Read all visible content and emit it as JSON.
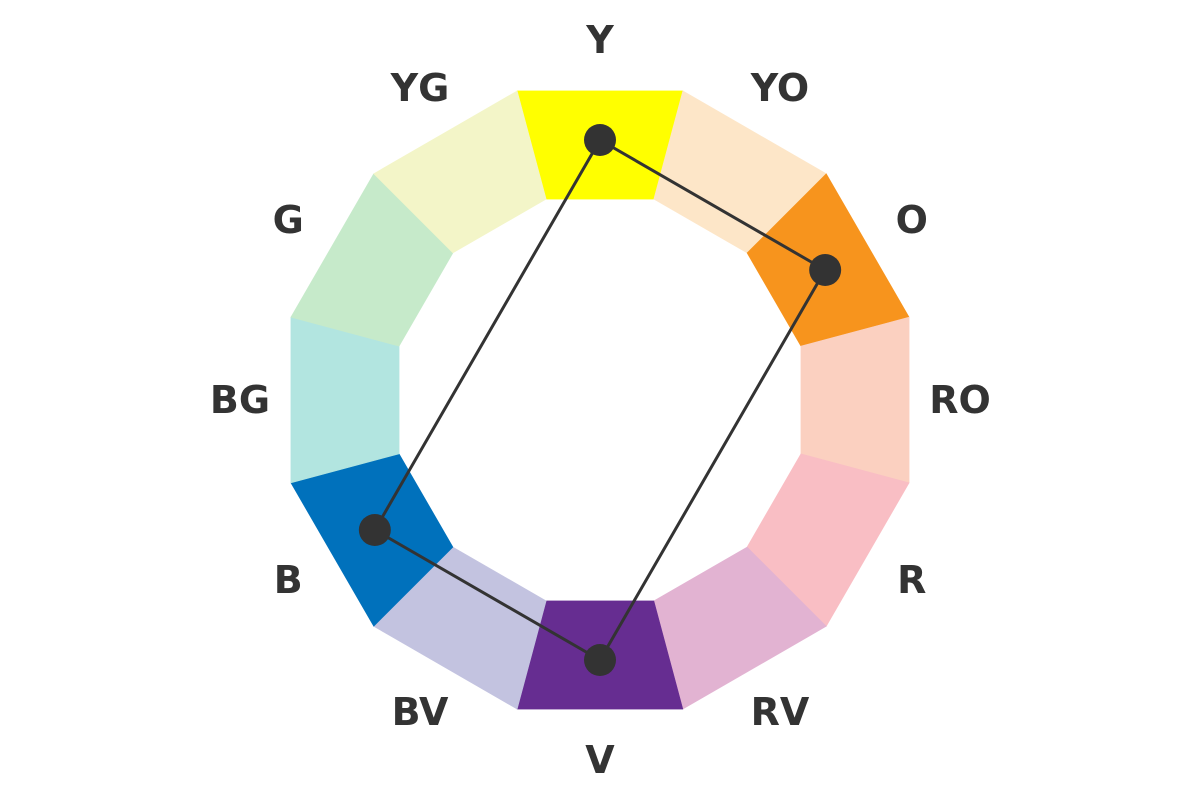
{
  "wheel": {
    "segments": [
      {
        "key": "Y",
        "label": "Y",
        "color": "#FFFF00"
      },
      {
        "key": "YO",
        "label": "YO",
        "color": "#FDE6C8"
      },
      {
        "key": "O",
        "label": "O",
        "color": "#F7941D"
      },
      {
        "key": "RO",
        "label": "RO",
        "color": "#FBD0C0"
      },
      {
        "key": "R",
        "label": "R",
        "color": "#F9BEC4"
      },
      {
        "key": "RV",
        "label": "RV",
        "color": "#E2B3D2"
      },
      {
        "key": "V",
        "label": "V",
        "color": "#662D91"
      },
      {
        "key": "BV",
        "label": "BV",
        "color": "#C3C3E0"
      },
      {
        "key": "B",
        "label": "B",
        "color": "#0071BC"
      },
      {
        "key": "BG",
        "label": "BG",
        "color": "#B2E5E0"
      },
      {
        "key": "G",
        "label": "G",
        "color": "#C6EACA"
      },
      {
        "key": "YG",
        "label": "YG",
        "color": "#F3F5C8"
      }
    ],
    "highlighted": [
      "Y",
      "O",
      "V",
      "B"
    ],
    "marker_color": "#333333",
    "label_color": "#333333"
  }
}
